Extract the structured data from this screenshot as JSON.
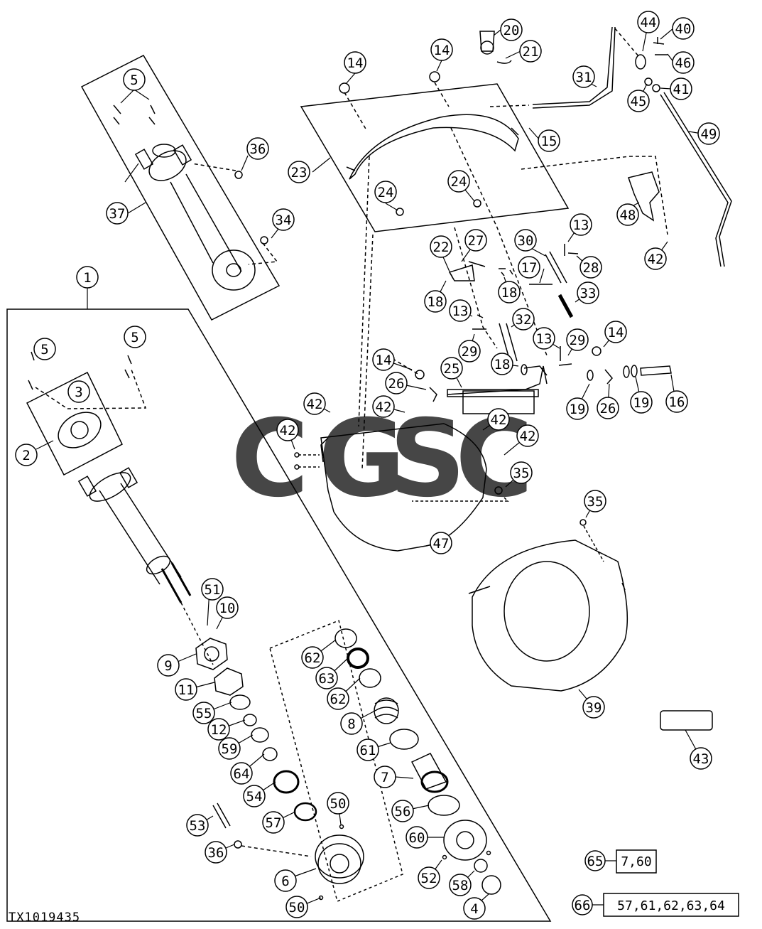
{
  "diagram": {
    "ref_code": "TX1019435",
    "watermark": {
      "letters": [
        {
          "char": "C",
          "color": "#4f8ef7"
        },
        {
          "char": "G",
          "color": "#ea4335"
        },
        {
          "char": "S",
          "color": "#f5c518"
        },
        {
          "char": "C",
          "color": "#34a853"
        }
      ]
    },
    "boxed_notes": [
      {
        "label": "65",
        "text": "7,60"
      },
      {
        "label": "66",
        "text": "57,61,62,63,64"
      }
    ],
    "callouts": [
      {
        "id": "c1",
        "label": "1"
      },
      {
        "id": "c2",
        "label": "2"
      },
      {
        "id": "c3",
        "label": "3"
      },
      {
        "id": "c4",
        "label": "4"
      },
      {
        "id": "c5a",
        "label": "5"
      },
      {
        "id": "c5b",
        "label": "5"
      },
      {
        "id": "c5c",
        "label": "5"
      },
      {
        "id": "c6",
        "label": "6"
      },
      {
        "id": "c7",
        "label": "7"
      },
      {
        "id": "c8",
        "label": "8"
      },
      {
        "id": "c9",
        "label": "9"
      },
      {
        "id": "c10",
        "label": "10"
      },
      {
        "id": "c11",
        "label": "11"
      },
      {
        "id": "c12",
        "label": "12"
      },
      {
        "id": "c13a",
        "label": "13"
      },
      {
        "id": "c13b",
        "label": "13"
      },
      {
        "id": "c13c",
        "label": "13"
      },
      {
        "id": "c14a",
        "label": "14"
      },
      {
        "id": "c14b",
        "label": "14"
      },
      {
        "id": "c14c",
        "label": "14"
      },
      {
        "id": "c14d",
        "label": "14"
      },
      {
        "id": "c15",
        "label": "15"
      },
      {
        "id": "c16",
        "label": "16"
      },
      {
        "id": "c17",
        "label": "17"
      },
      {
        "id": "c18a",
        "label": "18"
      },
      {
        "id": "c18b",
        "label": "18"
      },
      {
        "id": "c18c",
        "label": "18"
      },
      {
        "id": "c19a",
        "label": "19"
      },
      {
        "id": "c19b",
        "label": "19"
      },
      {
        "id": "c20",
        "label": "20"
      },
      {
        "id": "c21",
        "label": "21"
      },
      {
        "id": "c22",
        "label": "22"
      },
      {
        "id": "c23",
        "label": "23"
      },
      {
        "id": "c24a",
        "label": "24"
      },
      {
        "id": "c24b",
        "label": "24"
      },
      {
        "id": "c25",
        "label": "25"
      },
      {
        "id": "c26a",
        "label": "26"
      },
      {
        "id": "c26b",
        "label": "26"
      },
      {
        "id": "c27",
        "label": "27"
      },
      {
        "id": "c28",
        "label": "28"
      },
      {
        "id": "c29a",
        "label": "29"
      },
      {
        "id": "c29b",
        "label": "29"
      },
      {
        "id": "c30",
        "label": "30"
      },
      {
        "id": "c31",
        "label": "31"
      },
      {
        "id": "c32",
        "label": "32"
      },
      {
        "id": "c33",
        "label": "33"
      },
      {
        "id": "c34",
        "label": "34"
      },
      {
        "id": "c35a",
        "label": "35"
      },
      {
        "id": "c35b",
        "label": "35"
      },
      {
        "id": "c36a",
        "label": "36"
      },
      {
        "id": "c36b",
        "label": "36"
      },
      {
        "id": "c37",
        "label": "37"
      },
      {
        "id": "c39",
        "label": "39"
      },
      {
        "id": "c40",
        "label": "40"
      },
      {
        "id": "c41",
        "label": "41"
      },
      {
        "id": "c42a",
        "label": "42"
      },
      {
        "id": "c42b",
        "label": "42"
      },
      {
        "id": "c42c",
        "label": "42"
      },
      {
        "id": "c42d",
        "label": "42"
      },
      {
        "id": "c42e",
        "label": "42"
      },
      {
        "id": "c42f",
        "label": "42"
      },
      {
        "id": "c43",
        "label": "43"
      },
      {
        "id": "c44",
        "label": "44"
      },
      {
        "id": "c45",
        "label": "45"
      },
      {
        "id": "c46",
        "label": "46"
      },
      {
        "id": "c47",
        "label": "47"
      },
      {
        "id": "c48",
        "label": "48"
      },
      {
        "id": "c49",
        "label": "49"
      },
      {
        "id": "c50a",
        "label": "50"
      },
      {
        "id": "c50b",
        "label": "50"
      },
      {
        "id": "c51",
        "label": "51"
      },
      {
        "id": "c52",
        "label": "52"
      },
      {
        "id": "c53",
        "label": "53"
      },
      {
        "id": "c54",
        "label": "54"
      },
      {
        "id": "c55",
        "label": "55"
      },
      {
        "id": "c56",
        "label": "56"
      },
      {
        "id": "c57",
        "label": "57"
      },
      {
        "id": "c58",
        "label": "58"
      },
      {
        "id": "c59",
        "label": "59"
      },
      {
        "id": "c60",
        "label": "60"
      },
      {
        "id": "c61",
        "label": "61"
      },
      {
        "id": "c62a",
        "label": "62"
      },
      {
        "id": "c62b",
        "label": "62"
      },
      {
        "id": "c63",
        "label": "63"
      },
      {
        "id": "c64",
        "label": "64"
      }
    ]
  }
}
